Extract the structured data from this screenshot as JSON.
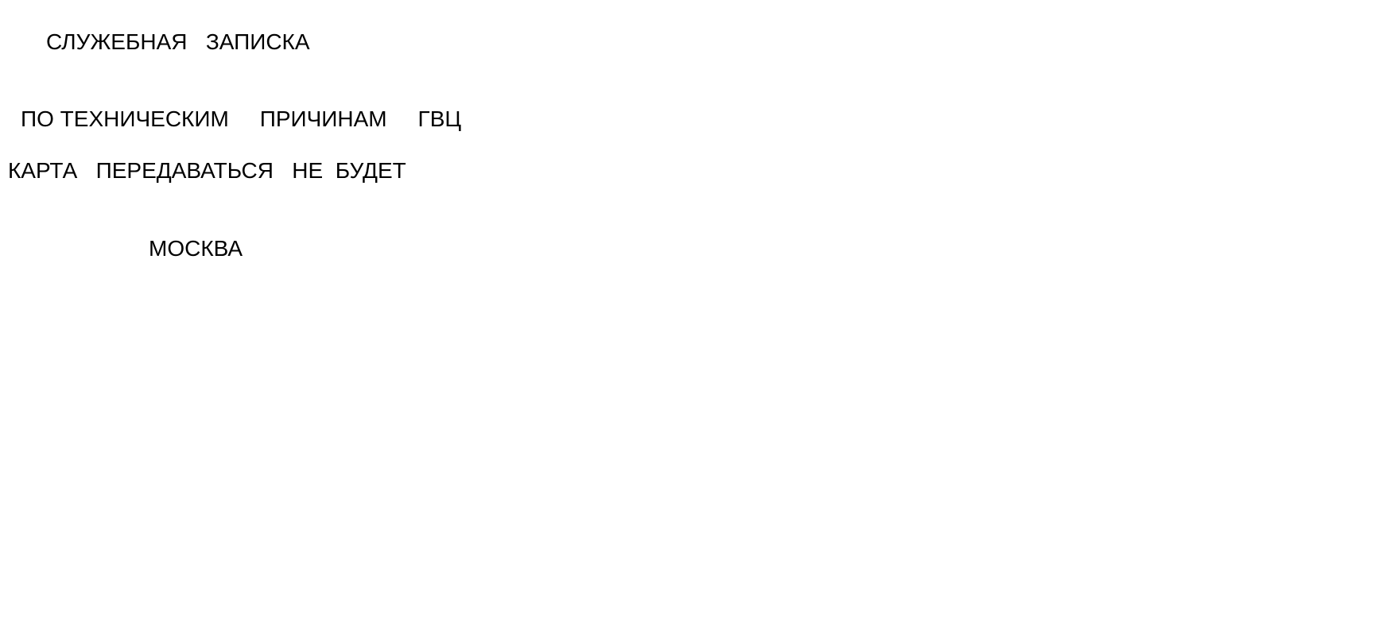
{
  "memo": {
    "title": "СЛУЖЕБНАЯ   ЗАПИСКА",
    "line1": "ПО ТЕХНИЧЕСКИМ     ПРИЧИНАМ     ГВЦ",
    "line2": "КАРТА   ПЕРЕДАВАТЬСЯ   НЕ  БУДЕТ",
    "city": "МОСКВА"
  },
  "colors": {
    "background": "#ffffff",
    "text": "#000000"
  }
}
